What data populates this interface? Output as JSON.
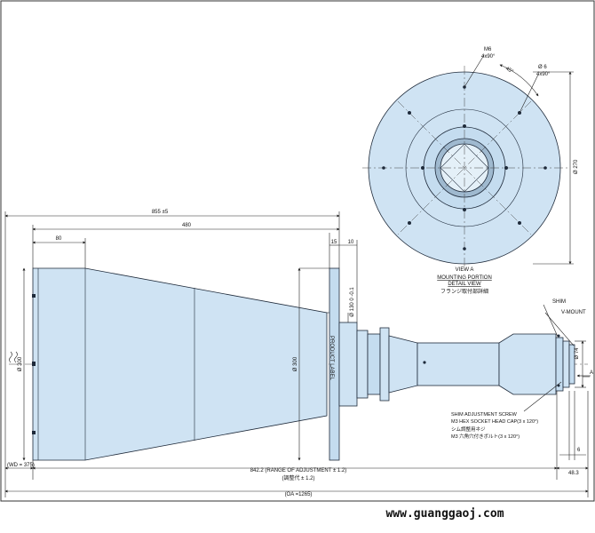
{
  "view": {
    "title": "VIEW A",
    "subtitle": "MOUNTING PORTION",
    "subtitle2": "DETAIL VIEW",
    "jp": "フランジ取付部詳細",
    "m6": "M6",
    "m6_qty": "4x90°",
    "hole": "Ø 6",
    "hole_qty": "4x90°",
    "angle": "45°",
    "dia": "Ø 270"
  },
  "dims": {
    "overall": "855 ±5",
    "len480": "480",
    "len80": "80",
    "len15": "15",
    "len10": "10",
    "d300_left": "Ø 300",
    "d300_mid": "Ø 300",
    "d130": "Ø 130 0 -0.1",
    "d74": "Ø 74",
    "a_label": "A",
    "six": "6",
    "wd": "(WD = 375)",
    "adjust": "842.2 (RANGE OF ADJUSTMENT ± 1.2)",
    "adjust_jp": "(調整代 ± 1.2)",
    "oa": "(OA =1265)",
    "right_dim": "48.3"
  },
  "labels": {
    "product": "PRODUCT LABEL",
    "shim": "SHIM",
    "vmount": "V-MOUNT",
    "screw1": "SHIM ADJUSTMENT SCREW",
    "screw2": "M3 HEX SOCKET HEAD CAP(3 x 120°)",
    "screw3": "シム調整用ネジ",
    "screw4": "M3 六角穴付きボルト(3 x 120°)"
  },
  "watermark": "www.guanggaoj.com",
  "colors": {
    "body": "#cfe3f3",
    "line": "#1e2a3a",
    "frame": "#333333"
  }
}
